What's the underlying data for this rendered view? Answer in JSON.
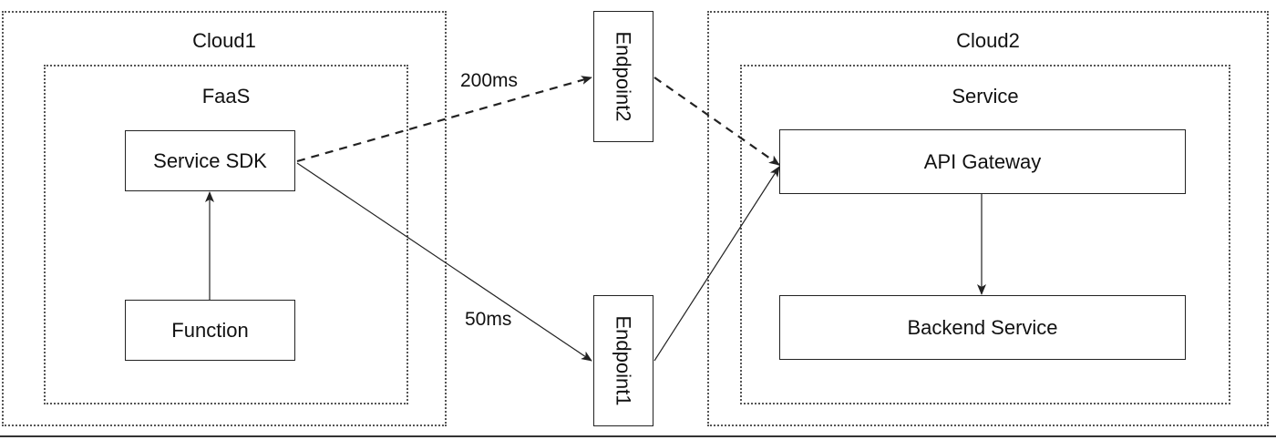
{
  "zones": {
    "cloud1": {
      "title": "Cloud1"
    },
    "faas": {
      "title": "FaaS"
    },
    "cloud2": {
      "title": "Cloud2"
    },
    "service": {
      "title": "Service"
    }
  },
  "nodes": {
    "service_sdk": "Service SDK",
    "function": "Function",
    "endpoint2": "Endpoint2",
    "endpoint1": "Endpoint1",
    "api_gateway": "API Gateway",
    "backend_service": "Backend Service"
  },
  "edges": {
    "sdk_to_endpoint2": {
      "label": "200ms",
      "style": "dashed"
    },
    "sdk_to_endpoint1": {
      "label": "50ms",
      "style": "solid"
    },
    "endpoint2_to_gateway": {
      "style": "dashed"
    },
    "endpoint1_to_gateway": {
      "style": "solid"
    },
    "function_to_sdk": {
      "style": "solid"
    },
    "gateway_to_backend": {
      "style": "solid"
    }
  },
  "colors": {
    "border": "#222222",
    "zone_border": "#555555",
    "text": "#111111"
  }
}
